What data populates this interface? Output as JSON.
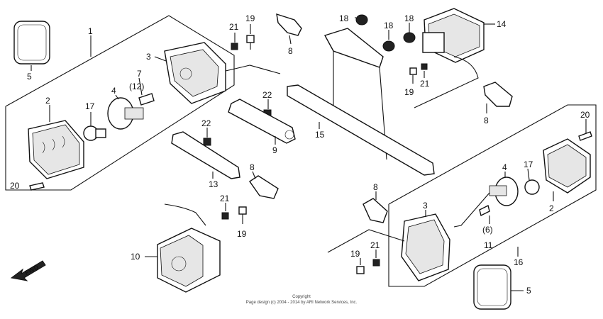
{
  "diagram": {
    "callouts": [
      {
        "id": "c1",
        "label": "1"
      },
      {
        "id": "c2-left",
        "label": "2"
      },
      {
        "id": "c2-right",
        "label": "2"
      },
      {
        "id": "c3-left",
        "label": "3"
      },
      {
        "id": "c3-right",
        "label": "3"
      },
      {
        "id": "c4-left",
        "label": "4"
      },
      {
        "id": "c4-right",
        "label": "4"
      },
      {
        "id": "c5-left",
        "label": "5"
      },
      {
        "id": "c5-right",
        "label": "5"
      },
      {
        "id": "c6",
        "label": "(6)"
      },
      {
        "id": "c7",
        "label": "7"
      },
      {
        "id": "c8-top",
        "label": "8"
      },
      {
        "id": "c8-mid",
        "label": "8"
      },
      {
        "id": "c8-right",
        "label": "8"
      },
      {
        "id": "c8-low",
        "label": "8"
      },
      {
        "id": "c9",
        "label": "9"
      },
      {
        "id": "c10",
        "label": "10"
      },
      {
        "id": "c11",
        "label": "11"
      },
      {
        "id": "c12",
        "label": "(12)"
      },
      {
        "id": "c13",
        "label": "13"
      },
      {
        "id": "c14",
        "label": "14"
      },
      {
        "id": "c15",
        "label": "15"
      },
      {
        "id": "c16",
        "label": "16"
      },
      {
        "id": "c17-left",
        "label": "17"
      },
      {
        "id": "c17-right",
        "label": "17"
      },
      {
        "id": "c18-a",
        "label": "18"
      },
      {
        "id": "c18-b",
        "label": "18"
      },
      {
        "id": "c18-c",
        "label": "18"
      },
      {
        "id": "c19-top",
        "label": "19"
      },
      {
        "id": "c19-mid",
        "label": "19"
      },
      {
        "id": "c19-right",
        "label": "19"
      },
      {
        "id": "c19-low",
        "label": "19"
      },
      {
        "id": "c20-left",
        "label": "20"
      },
      {
        "id": "c20-right",
        "label": "20"
      },
      {
        "id": "c21-top",
        "label": "21"
      },
      {
        "id": "c21-right",
        "label": "21"
      },
      {
        "id": "c21-mid",
        "label": "21"
      },
      {
        "id": "c21-low",
        "label": "21"
      },
      {
        "id": "c22-a",
        "label": "22"
      },
      {
        "id": "c22-b",
        "label": "22"
      }
    ],
    "direction_label": "FWD",
    "copyright_line1": "Copyright",
    "copyright_line2": "Page design (c) 2004 - 2014 by ARI Network Services, Inc."
  }
}
